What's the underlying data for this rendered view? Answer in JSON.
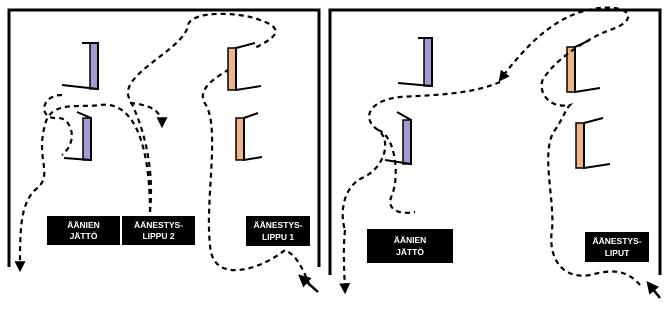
{
  "panels": [
    {
      "id": "left",
      "labels": [
        {
          "id": "aanien-jatto",
          "lines": [
            "ÄÄNIEN",
            "JÄTTÖ"
          ]
        },
        {
          "id": "aanestyslippu-2",
          "lines": [
            "ÄÄNESTYS-",
            "LIPPU 2"
          ]
        },
        {
          "id": "aanestyslippu-1",
          "lines": [
            "ÄÄNESTYS-",
            "LIPPU 1"
          ]
        }
      ]
    },
    {
      "id": "right",
      "labels": [
        {
          "id": "aanien-jatto",
          "lines": [
            "ÄÄNIEN",
            "JÄTTÖ"
          ]
        },
        {
          "id": "aanestysliput",
          "lines": [
            "ÄÄNESTYS-",
            "LIPUT"
          ]
        }
      ]
    }
  ],
  "colors": {
    "booth_purple": "#a39bd3",
    "booth_orange": "#f0b488",
    "label_bg": "#000000",
    "label_text": "#ffffff",
    "wall": "#000000",
    "path": "#000000"
  }
}
